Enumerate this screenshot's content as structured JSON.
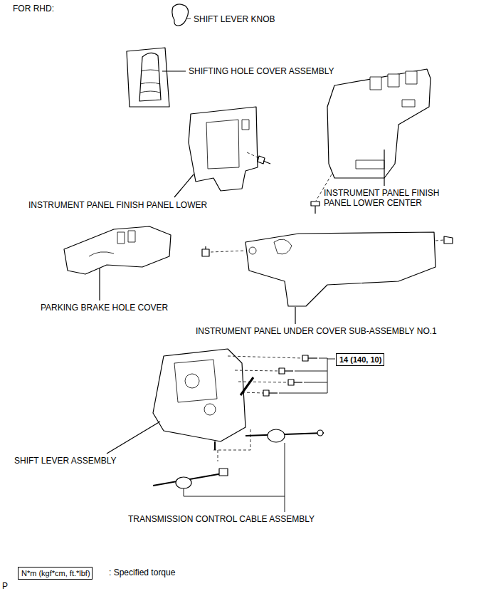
{
  "diagram": {
    "title": "FOR RHD:",
    "nodes": [
      {
        "text": [
          "14 (140, 10)"
        ]
      },
      {
        "text": [
          "N*m (kgf*cm, ft.*lbf)"
        ]
      }
    ],
    "labels": [
      "SHIFT LEVER KNOB",
      "SHIFTING HOLE COVER ASSEMBLY",
      "INSTRUMENT PANEL FINISH PANEL LOWER",
      "INSTRUMENT PANEL FINISH PANEL LOWER CENTER",
      "PARKING BRAKE HOLE COVER",
      "INSTRUMENT PANEL UNDER COVER SUB-ASSEMBLY NO.1",
      "SHIFT LEVER ASSEMBLY",
      "TRANSMISSION CONTROL CABLE ASSEMBLY",
      ": Specified torque",
      "P"
    ]
  }
}
